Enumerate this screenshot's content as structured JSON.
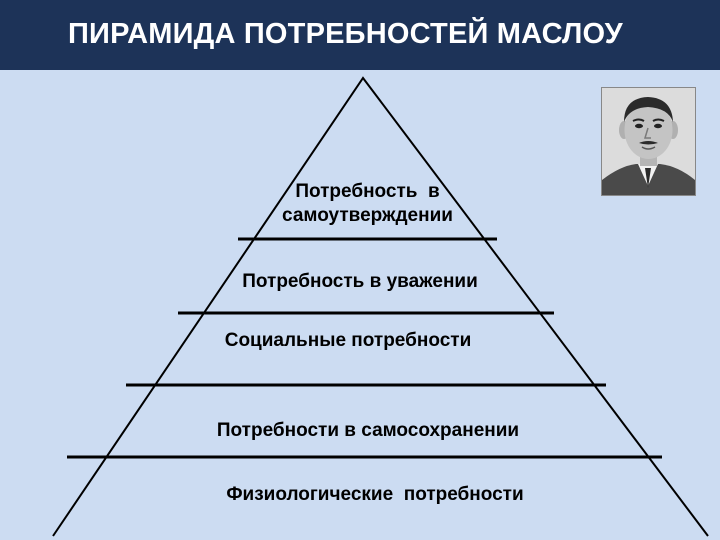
{
  "title": "ПИРАМИДА ПОТРЕБНОСТЕЙ МАСЛОУ",
  "tiers": [
    {
      "label": "Потребность  в\nсамоутверждении"
    },
    {
      "label": "Потребность в уважении"
    },
    {
      "label": "Социальные потребности"
    },
    {
      "label": "Потребности в самосохранении"
    },
    {
      "label": "Физиологические  потребности"
    }
  ],
  "portrait": {
    "icon": "person-portrait-icon"
  },
  "colors": {
    "background": "#ccdcf2",
    "title_bar": "#1d3358",
    "title_text": "#ffffff",
    "pyramid_line": "#000000"
  }
}
